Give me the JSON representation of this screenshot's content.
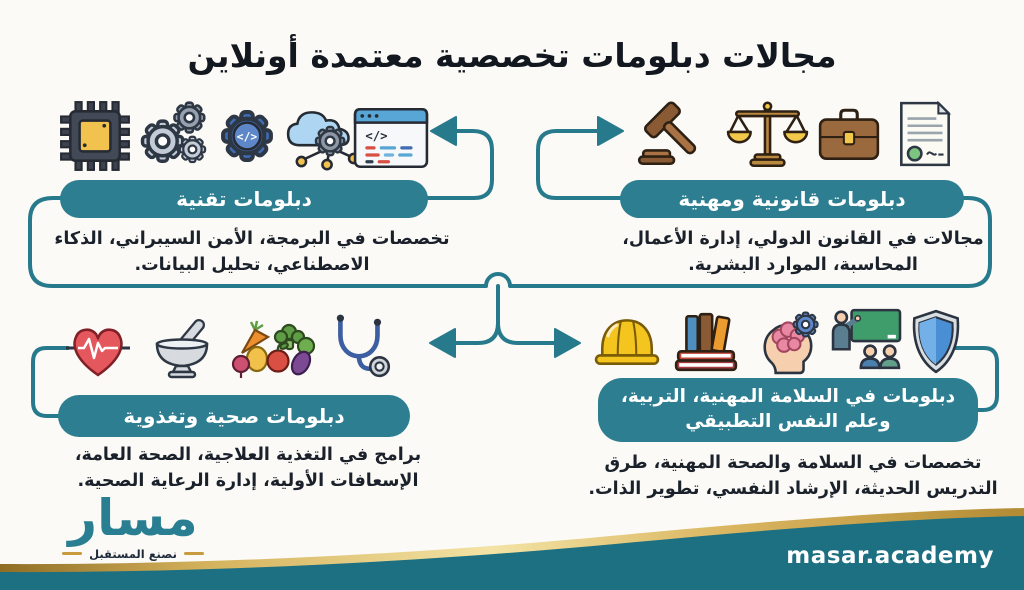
{
  "title": "مجالات دبلومات تخصصية معتمدة أونلاين",
  "sections": {
    "tech": {
      "title": "دبلومات تقنية",
      "description": "تخصصات في البرمجة، الأمن السيبراني، الذكاء الاصطناعي، تحليل البيانات.",
      "icons": [
        "cpu-chip-icon",
        "gears-icon",
        "code-gear-icon",
        "cloud-network-icon",
        "code-window-icon"
      ]
    },
    "legal": {
      "title": "دبلومات قانونية ومهنية",
      "description": "مجالات في القانون الدولي، إدارة الأعمال، المحاسبة، الموارد البشرية.",
      "icons": [
        "gavel-icon",
        "scales-icon",
        "briefcase-icon",
        "certificate-icon"
      ]
    },
    "health": {
      "title": "دبلومات صحية وتغذوية",
      "description": "برامج في التغذية العلاجية، الصحة العامة، الإسعافات الأولية، إدارة الرعاية الصحية.",
      "icons": [
        "heart-ekg-icon",
        "mortar-pestle-icon",
        "vegetables-icon",
        "stethoscope-icon"
      ]
    },
    "safety": {
      "title": "دبلومات في السلامة المهنية، التربية، وعلم النفس التطبيقي",
      "description": "تخصصات في السلامة والصحة المهنية، طرق التدريس الحديثة، الإرشاد النفسي، تطوير الذات.",
      "icons": [
        "hard-hat-icon",
        "books-icon",
        "brain-gear-icon",
        "classroom-icon",
        "shield-icon"
      ]
    }
  },
  "glyphs": {
    "code": "</>"
  },
  "footer": {
    "logo_text": "مسار",
    "logo_tagline": "نصنع المستقبل",
    "website": "masar.academy"
  },
  "colors": {
    "teal": "#2d7e91",
    "line_teal": "#277a8c",
    "wave_teal": "#1d7082",
    "gold": "#c79b3e",
    "text_dark": "#1a212b"
  }
}
